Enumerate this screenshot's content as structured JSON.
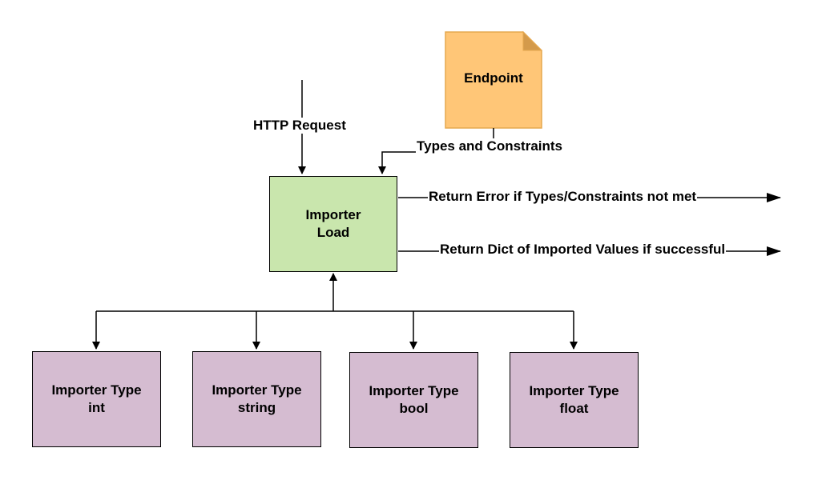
{
  "colors": {
    "endpoint_fill": "#ffc677",
    "endpoint_stroke": "#e6a84f",
    "importer_load_fill": "#c9e6ad",
    "importer_type_fill": "#d5bcd1",
    "stroke": "#000000"
  },
  "nodes": {
    "endpoint": {
      "label": "Endpoint"
    },
    "importer_load": {
      "line1": "Importer",
      "line2": "Load"
    },
    "types": [
      {
        "line1": "Importer Type",
        "line2": "int"
      },
      {
        "line1": "Importer Type",
        "line2": "string"
      },
      {
        "line1": "Importer Type",
        "line2": "bool"
      },
      {
        "line1": "Importer Type",
        "line2": "float"
      }
    ]
  },
  "edges": {
    "http_request": "HTTP Request",
    "types_constraints": "Types and Constraints",
    "return_error": "Return Error if Types/Constraints not met",
    "return_dict": "Return Dict of Imported Values if successful"
  }
}
